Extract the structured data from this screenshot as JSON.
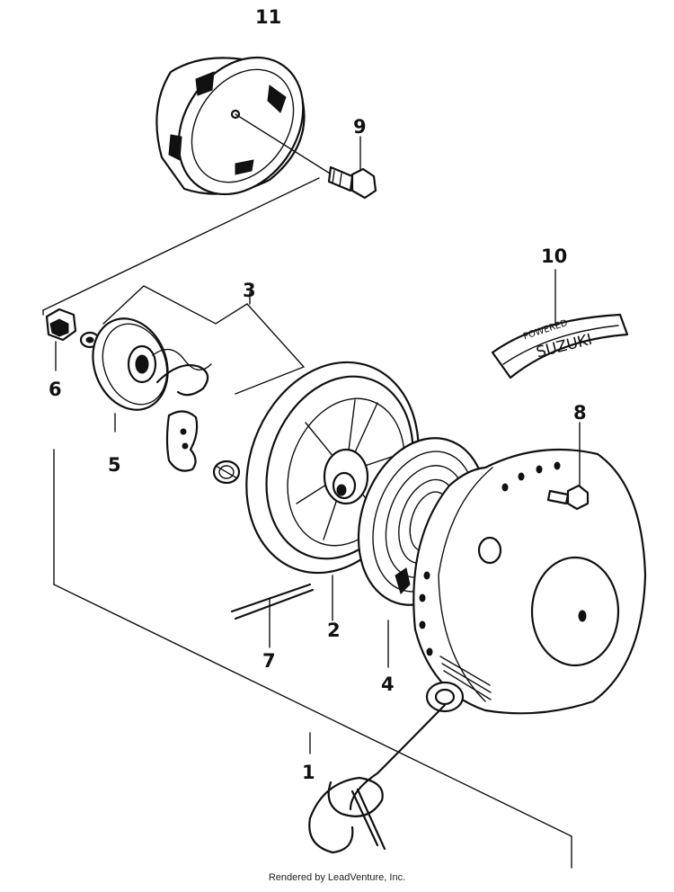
{
  "parts": {
    "p1": "1",
    "p2": "2",
    "p3": "3",
    "p4": "4",
    "p5": "5",
    "p6": "6",
    "p7": "7",
    "p8": "8",
    "p9": "9",
    "p10": "10",
    "p11": "11"
  },
  "emblem_text": "SUZUKI",
  "emblem_subtext": "POWERED",
  "footer": {
    "credit": "Rendered by LeadVenture, Inc."
  }
}
